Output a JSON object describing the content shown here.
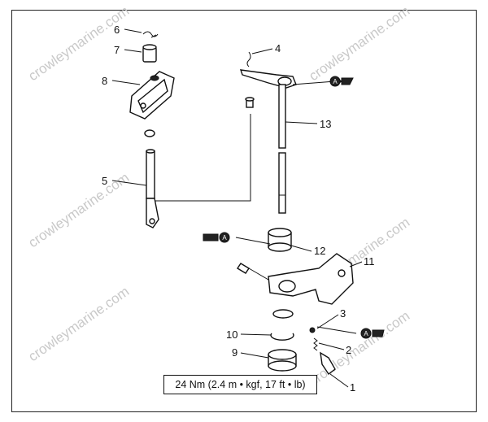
{
  "watermark": "crowleymarine.com",
  "callouts": {
    "c1": "1",
    "c2": "2",
    "c3": "3",
    "c4": "4",
    "c5": "5",
    "c6": "6",
    "c7": "7",
    "c8": "8",
    "c9": "9",
    "c10": "10",
    "c11": "11",
    "c12": "12",
    "c13": "13"
  },
  "lubricant_symbol": "A",
  "torque_spec": "24 Nm (2.4 m • kgf, 17 ft • lb)"
}
